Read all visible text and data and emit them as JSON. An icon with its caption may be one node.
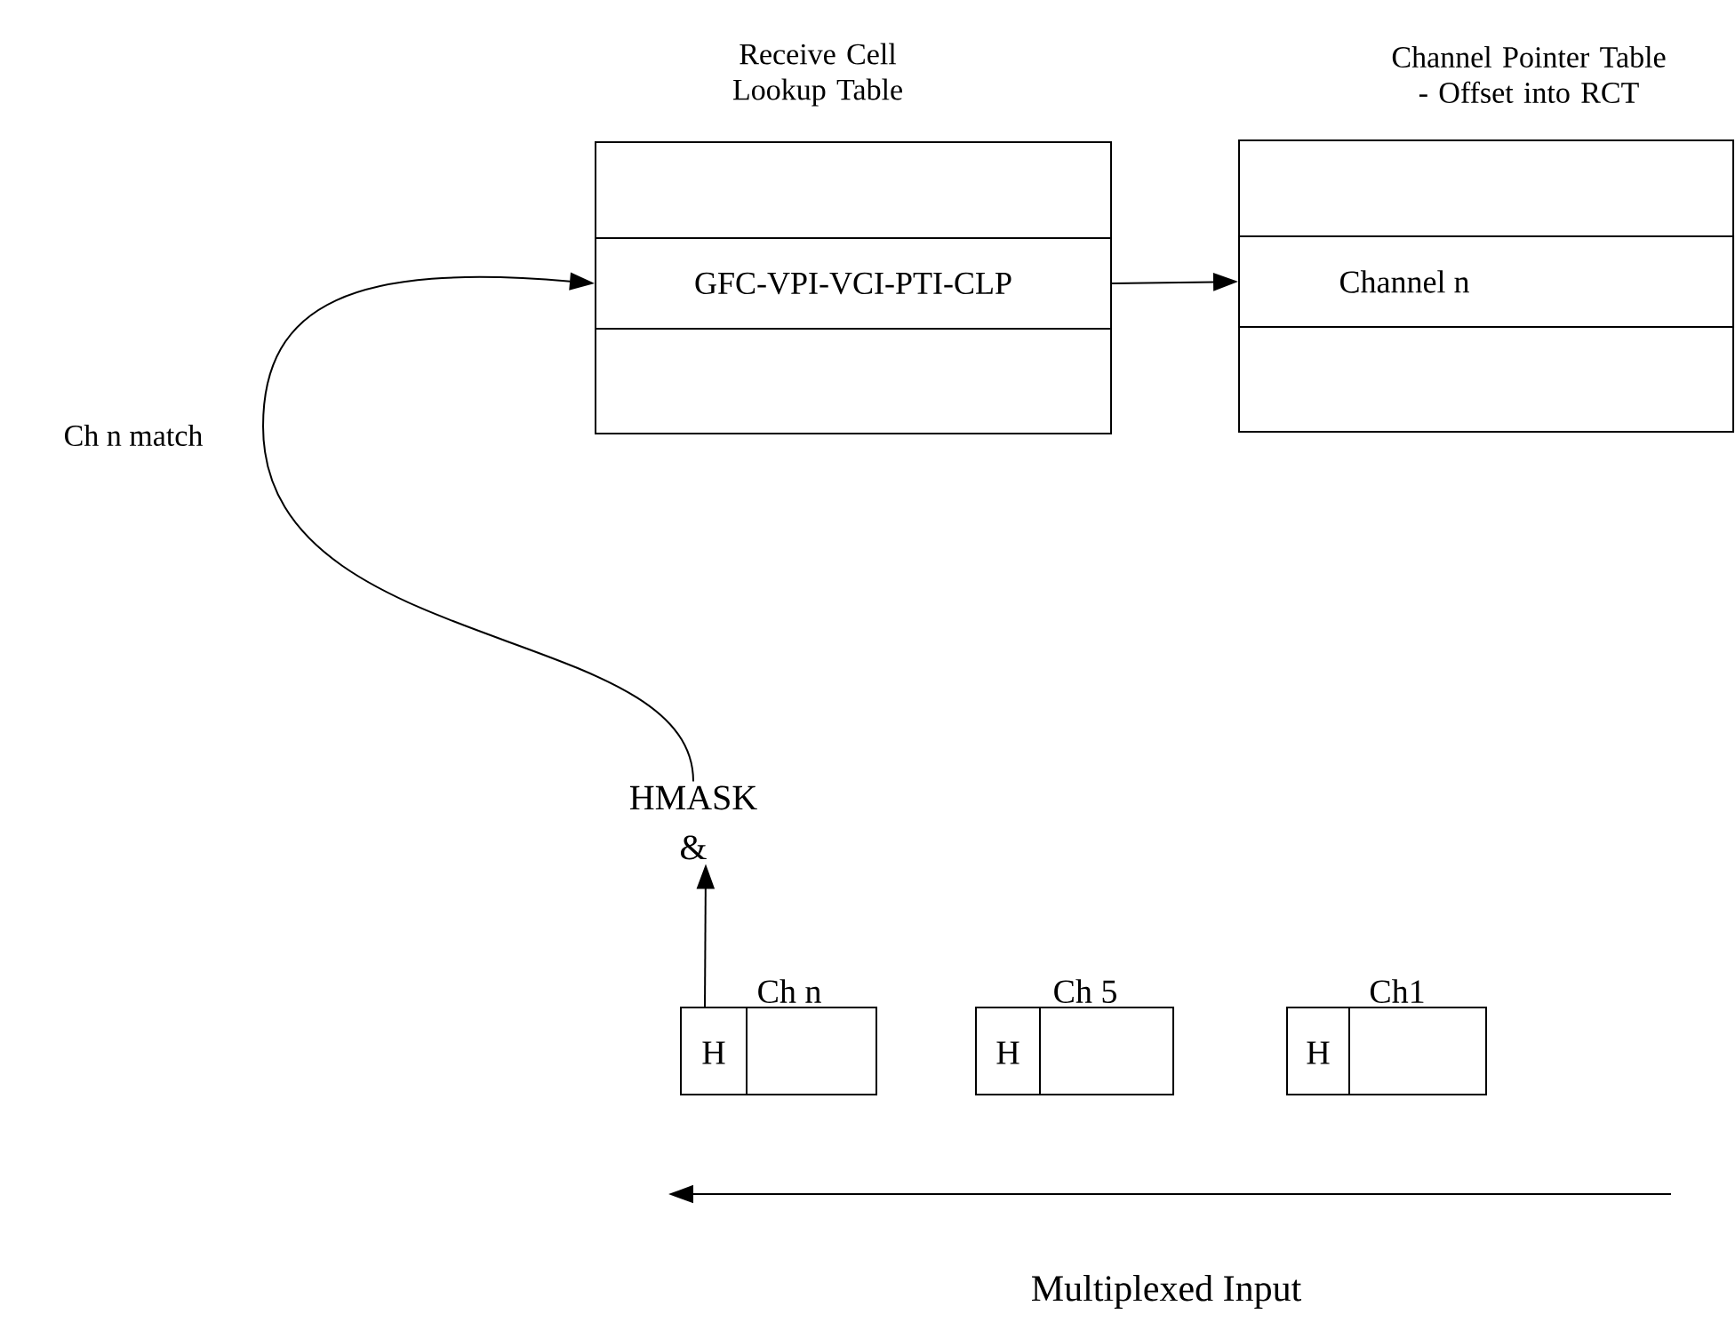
{
  "diagram": {
    "nodes": [
      {
        "text": [
          "Receive Cell Lookup Table"
        ]
      },
      {
        "text": [
          "GFC-VPI-VCI-PTI-CLP"
        ],
        "in": 0
      },
      {
        "text": [
          "Channel Pointer Table - Offset into RCT"
        ]
      },
      {
        "text": [
          "Channel n"
        ],
        "in": 2
      },
      {
        "text": [
          "HMASK &"
        ]
      },
      {
        "text": [
          "Ch n",
          "H"
        ]
      },
      {
        "text": [
          "Ch 5",
          "H"
        ]
      },
      {
        "text": [
          "Ch1",
          "H"
        ]
      }
    ],
    "edges": [
      {
        "from": 1,
        "to": 3,
        "arrow": "to"
      },
      {
        "from": 4,
        "to": 1,
        "arrow": "to",
        "label": "Ch n match"
      },
      {
        "from": 5,
        "to": 4,
        "arrow": "to"
      }
    ],
    "labels": [
      "Multiplexed Input"
    ]
  }
}
